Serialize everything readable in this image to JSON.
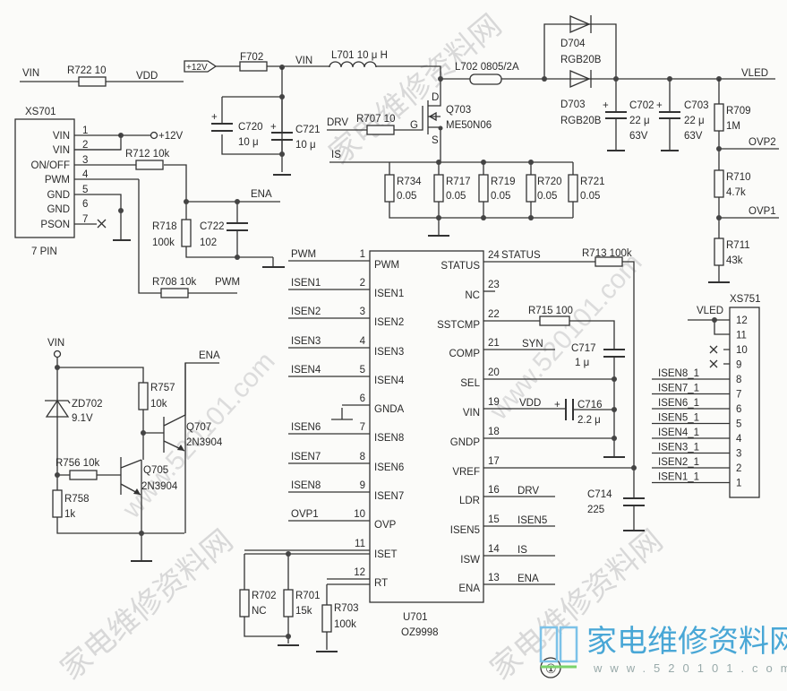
{
  "nets": {
    "vin": "VIN",
    "vdd": "VDD",
    "p12v": "+12V",
    "p12v_pin": "+12V",
    "vled": "VLED",
    "drv": "DRV",
    "is": "IS",
    "ena": "ENA",
    "pwm": "PWM",
    "ovp1": "OVP1",
    "ovp2": "OVP2",
    "status": "STATUS",
    "syn": "SYN",
    "isen5": "ISEN5",
    "vled_xs751": "VLED"
  },
  "parts": {
    "r722": "R722  10",
    "f702": "F702",
    "l701": "L701  10 μ H",
    "l702": "L702  0805/2A",
    "d704": "D704",
    "d704_val": "RGB20B",
    "d703": "D703",
    "d703_val": "RGB20B",
    "c702": "C702",
    "c702_v1": "22 μ",
    "c702_v2": "63V",
    "c703": "C703",
    "c703_v1": "22 μ",
    "c703_v2": "63V",
    "r709": "R709",
    "r709_val": "1M",
    "r710": "R710",
    "r710_val": "4.7k",
    "r711": "R711",
    "r711_val": "43k",
    "c720": "C720",
    "c720_val": "10 μ",
    "c721": "C721",
    "c721_val": "10 μ",
    "r707": "R707  10",
    "q703": "Q703",
    "q703_val": "ME50N06",
    "q703_d": "D",
    "q703_g": "G",
    "q703_s": "S",
    "r734": "R734",
    "r717": "R717",
    "r719": "R719",
    "r720": "R720",
    "r721": "R721",
    "rs_val": "0.05",
    "r712": "R712  10k",
    "r718": "R718",
    "r718_val": "100k",
    "c722": "C722",
    "c722_val": "102",
    "r708": "R708  10k",
    "zd702": "ZD702",
    "zd702_val": "9.1V",
    "r757": "R757",
    "r757_val": "10k",
    "q707": "Q707",
    "q707_val": "2N3904",
    "r756": "R756  10k",
    "q705": "Q705",
    "q705_val": "2N3904",
    "r758": "R758",
    "r758_val": "1k",
    "r702": "R702",
    "r702_val": "NC",
    "r701": "R701",
    "r701_val": "15k",
    "r703": "R703",
    "r703_val": "100k",
    "r713": "R713  100k",
    "r715": "R715  100",
    "c717": "C717",
    "c717_val": "1 μ",
    "c716": "C716",
    "c716_val": "2.2 μ",
    "c714": "C714",
    "c714_val": "225"
  },
  "xs701": {
    "ref": "XS701",
    "footer": "7 PIN",
    "pins": [
      {
        "num": "1",
        "name": "VIN"
      },
      {
        "num": "2",
        "name": "VIN"
      },
      {
        "num": "3",
        "name": "ON/OFF"
      },
      {
        "num": "4",
        "name": "PWM"
      },
      {
        "num": "5",
        "name": "GND"
      },
      {
        "num": "6",
        "name": "GND"
      },
      {
        "num": "7",
        "name": "PSON"
      }
    ]
  },
  "u701": {
    "ref": "U701",
    "part": "OZ9998",
    "left_pins": [
      {
        "num": "1",
        "name": "PWM",
        "net": "PWM"
      },
      {
        "num": "2",
        "name": "ISEN1",
        "net": "ISEN1"
      },
      {
        "num": "3",
        "name": "ISEN2",
        "net": "ISEN2"
      },
      {
        "num": "4",
        "name": "ISEN3",
        "net": "ISEN3"
      },
      {
        "num": "5",
        "name": "ISEN4",
        "net": "ISEN4"
      },
      {
        "num": "6",
        "name": "GNDA",
        "net": ""
      },
      {
        "num": "7",
        "name": "ISEN8",
        "net": "ISEN6"
      },
      {
        "num": "8",
        "name": "ISEN6",
        "net": "ISEN7"
      },
      {
        "num": "9",
        "name": "ISEN7",
        "net": "ISEN8"
      },
      {
        "num": "10",
        "name": "OVP",
        "net": "OVP1"
      },
      {
        "num": "11",
        "name": "ISET",
        "net": ""
      },
      {
        "num": "12",
        "name": "RT",
        "net": ""
      }
    ],
    "right_pins": [
      {
        "num": "24",
        "name": "STATUS"
      },
      {
        "num": "23",
        "name": "NC"
      },
      {
        "num": "22",
        "name": "SSTCMP"
      },
      {
        "num": "21",
        "name": "COMP"
      },
      {
        "num": "20",
        "name": "SEL"
      },
      {
        "num": "19",
        "name": "VIN"
      },
      {
        "num": "18",
        "name": "GNDP"
      },
      {
        "num": "17",
        "name": "VREF"
      },
      {
        "num": "16",
        "name": "LDR"
      },
      {
        "num": "15",
        "name": "ISEN5"
      },
      {
        "num": "14",
        "name": "ISW"
      },
      {
        "num": "13",
        "name": "ENA"
      }
    ]
  },
  "xs751": {
    "ref": "XS751",
    "pins": [
      {
        "num": "12",
        "net": ""
      },
      {
        "num": "11",
        "net": ""
      },
      {
        "num": "10",
        "net": ""
      },
      {
        "num": "9",
        "net": ""
      },
      {
        "num": "8",
        "net": "ISEN8_1"
      },
      {
        "num": "7",
        "net": "ISEN7_1"
      },
      {
        "num": "6",
        "net": "ISEN6_1"
      },
      {
        "num": "5",
        "net": "ISEN5_1"
      },
      {
        "num": "4",
        "net": "ISEN4_1"
      },
      {
        "num": "3",
        "net": "ISEN3_1"
      },
      {
        "num": "2",
        "net": "ISEN2_1"
      },
      {
        "num": "1",
        "net": "ISEN1_1"
      }
    ]
  },
  "sheet_marker": "①",
  "watermark": {
    "cn": "家电维修资料网",
    "url": "www.520101.com"
  }
}
